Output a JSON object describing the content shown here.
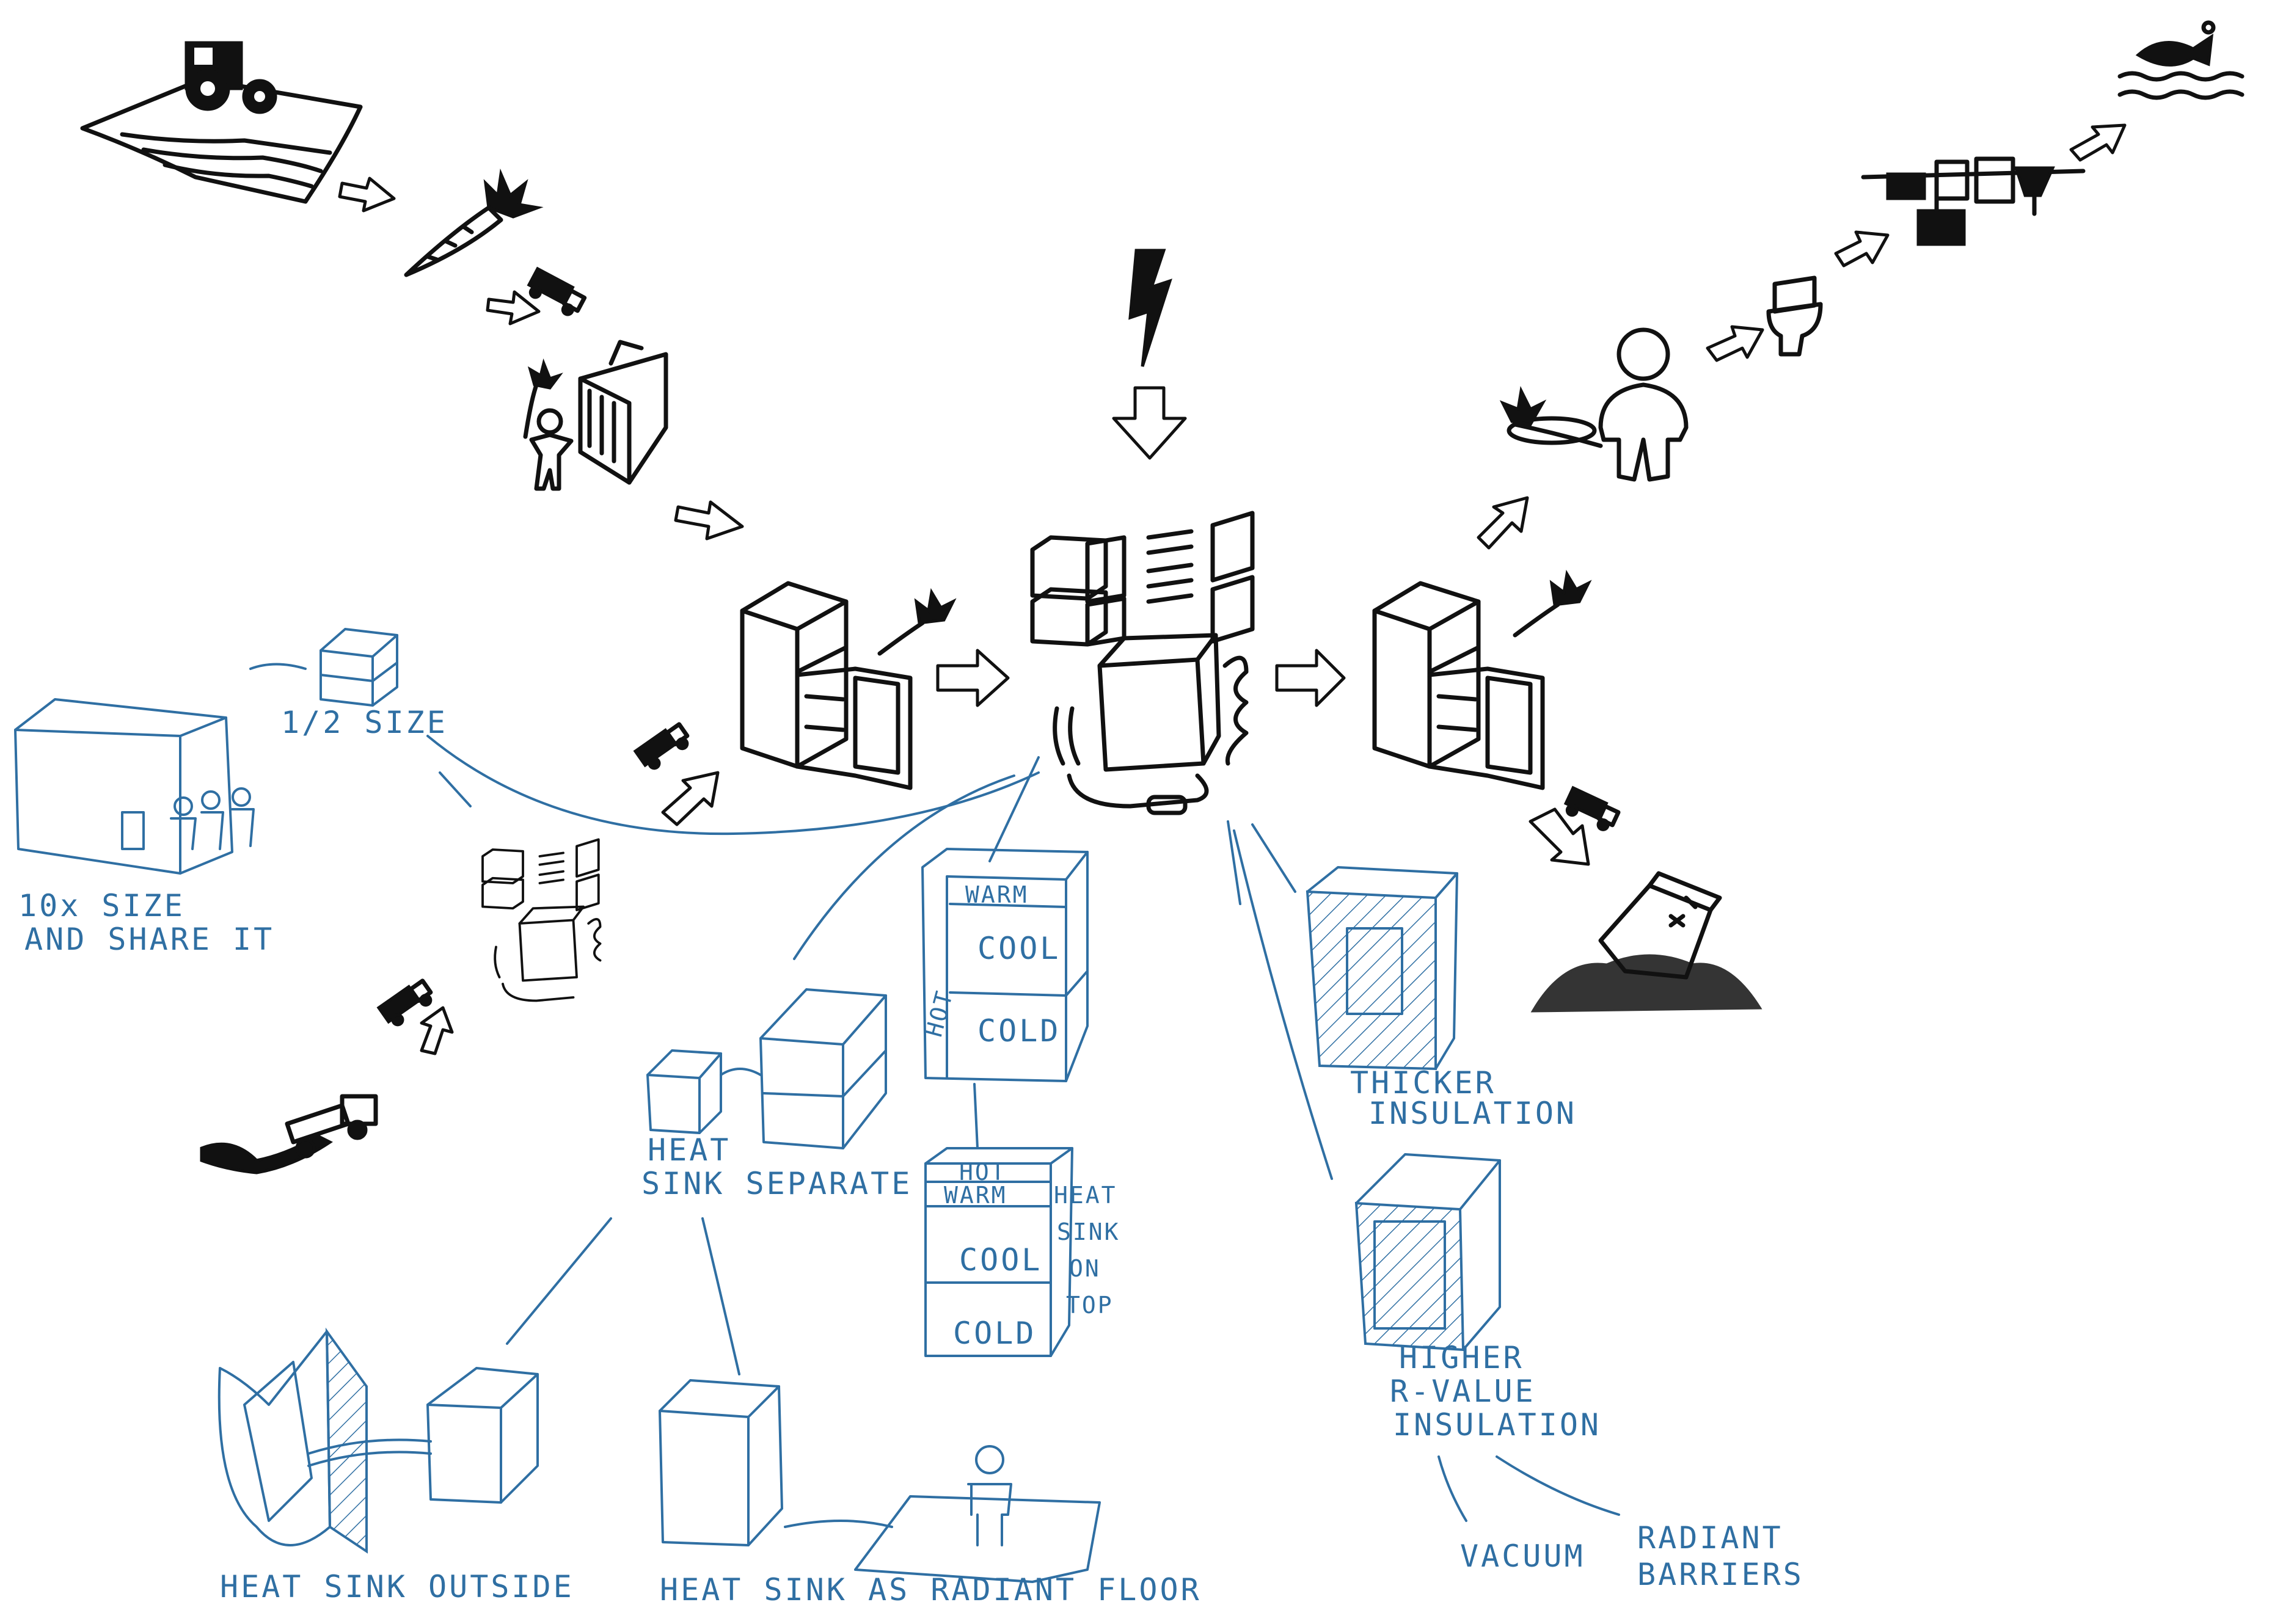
{
  "colors": {
    "ink": "#111111",
    "sketch_blue": "#2f6fa3",
    "background": "#ffffff"
  },
  "labels": {
    "half_size": "1/2 SIZE",
    "ten_x_size_line1": "10x SIZE",
    "ten_x_size_line2": "AND SHARE IT",
    "warm": "WARM",
    "cool": "COOL",
    "cold": "COLD",
    "hot": "HOT",
    "heat_sink_separate_line1": "HEAT",
    "heat_sink_separate_line2": "SINK  SEPARATE",
    "heat_sink_on_top_line1": "HEAT",
    "heat_sink_on_top_line2": "SINK",
    "heat_sink_on_top_line3": "ON",
    "heat_sink_on_top_line4": "TOP",
    "thicker_insulation_line1": "THICKER",
    "thicker_insulation_line2": "INSULATION",
    "higher_r_value_line1": "HIGHER",
    "higher_r_value_line2": "R-VALUE",
    "higher_r_value_line3": "INSULATION",
    "vacuum": "VACUUM",
    "radiant_barriers_line1": "RADIANT",
    "radiant_barriers_line2": "BARRIERS",
    "heat_sink_outside": "HEAT SINK OUTSIDE",
    "heat_sink_radiant_floor": "HEAT SINK AS RADIANT FLOOR"
  },
  "icons": [
    "farm-field-tractor-icon",
    "carrot-icon",
    "truck-icon",
    "shopper-store-icon",
    "refrigerator-with-carrot-icon",
    "lightning-bolt-icon",
    "exploded-refrigerator-icon",
    "person-eating-icon",
    "toilet-icon",
    "water-treatment-icon",
    "fish-in-water-icon",
    "landfill-fridge-icon",
    "dump-truck-landfill-icon",
    "building-with-people-icon"
  ]
}
